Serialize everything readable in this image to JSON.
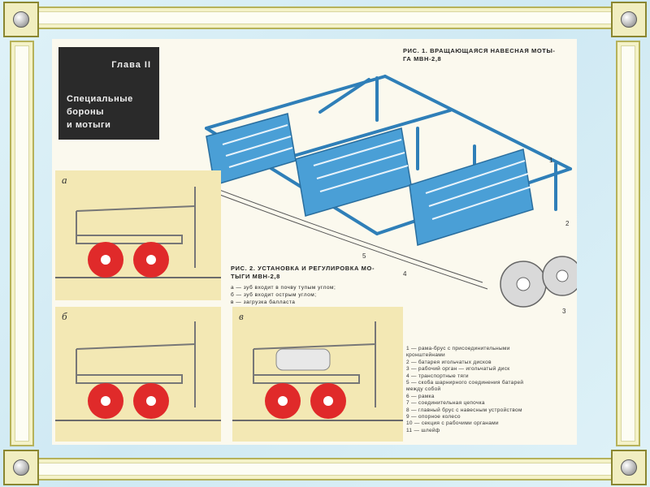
{
  "chapter": {
    "label": "Глава II",
    "title_lines": [
      "Специальные",
      "бороны",
      "и мотыги"
    ]
  },
  "figure1": {
    "caption_line1": "РИС. 1. ВРАЩАЮЩАЯСЯ НАВЕСНАЯ МОТЫ-",
    "caption_line2": "ГА МВН-2,8",
    "callouts": [
      "1",
      "2",
      "3",
      "4",
      "5"
    ]
  },
  "figure2": {
    "caption_line1": "РИС. 2. УСТАНОВКА И РЕГУЛИРОВКА МО-",
    "caption_line2": "ТЫГИ МВН-2,8",
    "notes": [
      "а — зуб входит в почву тупым углом;",
      "б — зуб входит острым углом;",
      "в — загрузка балласта"
    ],
    "panel_labels": [
      "а",
      "б",
      "в"
    ]
  },
  "legend": [
    "1 — рама-брус с присоединительными",
    "кронштейнами",
    "2 — батарея игольчатых дисков",
    "3 — рабочий орган — игольчатый диск",
    "4 — транспортные тяги",
    "5 — скоба шарнирного соединения батарей",
    "между собой",
    "6 — рамка",
    "7 — соединительная цепочка",
    "8 — главный брус с навесным устройством",
    "9 — опорное колесо",
    "10 — секция с рабочими органами",
    "11 — шлейф"
  ],
  "colors": {
    "machine_blue": "#4a9fd6",
    "disk_red": "#e02a2a",
    "panel_tan": "#f3e8b4",
    "frame_yellow": "#f4f2c8"
  }
}
